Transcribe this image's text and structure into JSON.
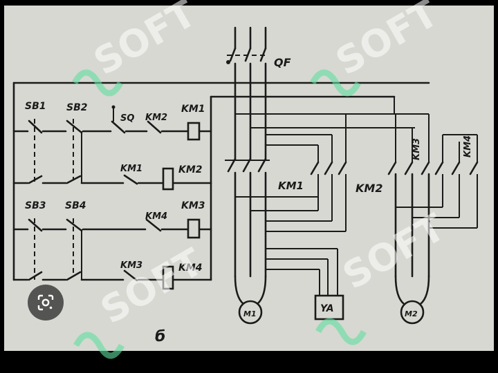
{
  "labels": {
    "qf": "QF",
    "sb1": "SB1",
    "sb2": "SB2",
    "sb3": "SB3",
    "sb4": "SB4",
    "sq": "SQ",
    "km1": "KM1",
    "km2": "KM2",
    "km3": "KM3",
    "km4": "KM4",
    "m1": "M1",
    "ya": "YA",
    "m2": "M2",
    "figure_letter": "б"
  },
  "watermark": "SOFT",
  "colors": {
    "paper": "#d7d8d2",
    "ink": "#1a1a1a",
    "watermark": "#ffffff",
    "logo": "#5fe0a0"
  },
  "icons": {
    "lens": "google-lens-icon"
  }
}
